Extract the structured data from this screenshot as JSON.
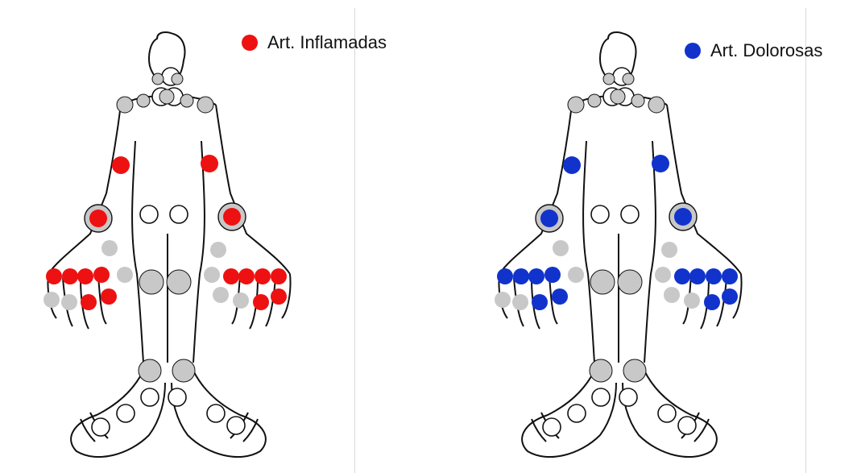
{
  "legend_left": {
    "label": "Art. Inflamadas",
    "color": "#ee1111"
  },
  "legend_right": {
    "label": "Art. Dolorosas",
    "color": "#1133cc"
  },
  "inactive_color": "#c8c8c8",
  "body_outline_color": "#111111",
  "joint_states": {
    "shoulder-left": "inactive",
    "shoulder-right": "inactive",
    "clavicle-left": "inactive",
    "clavicle-right": "inactive",
    "sternum": "inactive",
    "jaw-left": "inactive",
    "jaw-right": "inactive",
    "elbow-left": "active",
    "elbow-right": "active",
    "wrist-left": "active",
    "wrist-right": "active",
    "hip-left": "inactive",
    "hip-right": "inactive",
    "knee-left": "inactive",
    "knee-right": "inactive"
  }
}
